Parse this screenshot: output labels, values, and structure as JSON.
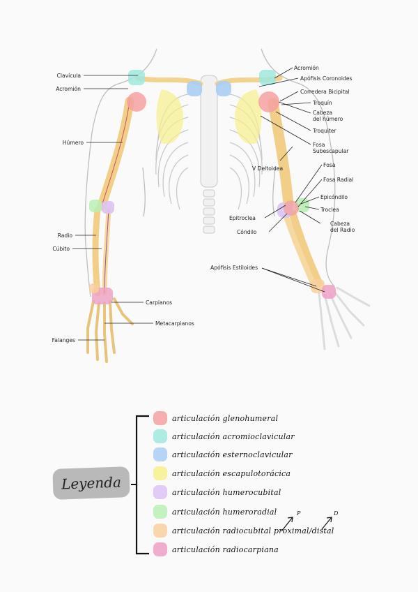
{
  "labels_left": {
    "clavicula": "Clavícula",
    "acromion": "Acromión",
    "humero": "Húmero",
    "radio": "Radio",
    "cubito": "Cúbito",
    "carpianos": "Carpianos",
    "metacarpianos": "Metacarpianos",
    "falanges": "Falanges"
  },
  "labels_right": {
    "acromion": "Acromión",
    "apofisis_coronoides": "Apófisis Coronoides",
    "corredera_bicipital": "Corredera Bicipital",
    "troquin": "Troquín",
    "cabeza_humero_1": "Cabeza",
    "cabeza_humero_2": "del húmero",
    "troquiter": "Troquiter",
    "fosa_subescapular_1": "Fosa",
    "fosa_subescapular_2": "Subescapular",
    "v_deltoidea": "V Deltoidea",
    "fosa": "Fosa",
    "fosa_radial": "Fosa Radial",
    "epicondilo": "Epicóndilo",
    "epitroclea": "Epitroclea",
    "troclea": "Troclea",
    "condilo": "Cóndilo",
    "cabeza_radio_1": "Cabeza",
    "cabeza_radio_2": "del Radio",
    "apofisis_estiloides": "Apófisis Estiloides"
  },
  "legend": {
    "title": "Leyenda",
    "items": [
      {
        "text": "articulación glenohumeral",
        "color": "#f4a0a0"
      },
      {
        "text": "articulación acromioclavicular",
        "color": "#9fe8de"
      },
      {
        "text": "articulación esternoclavicular",
        "color": "#a9cdf2"
      },
      {
        "text": "articulación escapulotorácica",
        "color": "#f7f08a"
      },
      {
        "text": "articulación humerocubital",
        "color": "#dcc3f3"
      },
      {
        "text": "articulación humeroradial",
        "color": "#b8eeb4"
      },
      {
        "text": "articulación radiocubital proximal/distal",
        "color": "#f9cf9e"
      },
      {
        "text": "articulación radiocarpiana",
        "color": "#ee9fc3"
      }
    ],
    "mark_p": "P",
    "mark_d": "D"
  }
}
